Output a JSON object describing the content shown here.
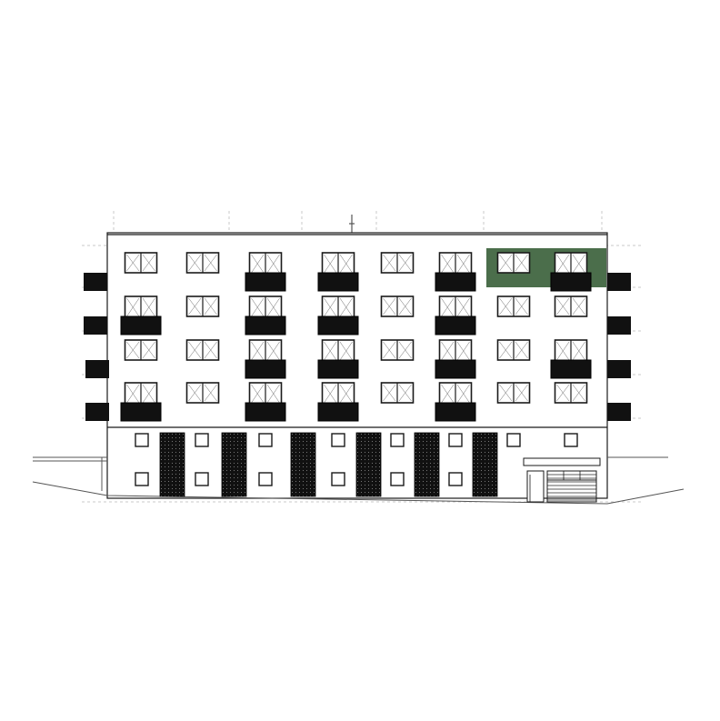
{
  "drawing": {
    "type": "building-elevation",
    "floors_upper": 4,
    "floors_ground": 1,
    "bays": 8,
    "colors": {
      "background": "#ffffff",
      "line": "#1a1a1a",
      "dashed_guide": "#c8c8c8",
      "balcony": "#111111",
      "highlight": "#4b6e4b"
    },
    "highlight": {
      "floor": "top",
      "bays": [
        7,
        8
      ],
      "label": ""
    },
    "ground_floor": {
      "vent_panels": 6,
      "garage_door": true,
      "entry_door": true
    }
  }
}
